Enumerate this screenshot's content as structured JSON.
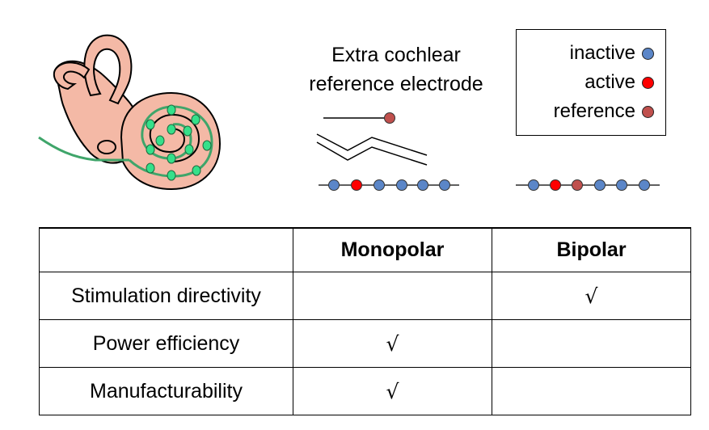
{
  "caption": {
    "line1": "Extra cochlear",
    "line2": "reference electrode"
  },
  "legend": {
    "items": [
      {
        "label": "inactive",
        "color": "#5b86c8"
      },
      {
        "label": "active",
        "color": "#ff0000"
      },
      {
        "label": "reference",
        "color": "#c0504d"
      }
    ]
  },
  "colors": {
    "ear_fill": "#f4b9a6",
    "electrode_green": "#3fa56a",
    "contact_green": "#35e08a"
  },
  "table": {
    "headers": [
      "",
      "Monopolar",
      "Bipolar"
    ],
    "rows": [
      {
        "label": "Stimulation directivity",
        "monopolar": "",
        "bipolar": "√"
      },
      {
        "label": "Power efficiency",
        "monopolar": "√",
        "bipolar": ""
      },
      {
        "label": "Manufacturability",
        "monopolar": "√",
        "bipolar": ""
      }
    ]
  }
}
